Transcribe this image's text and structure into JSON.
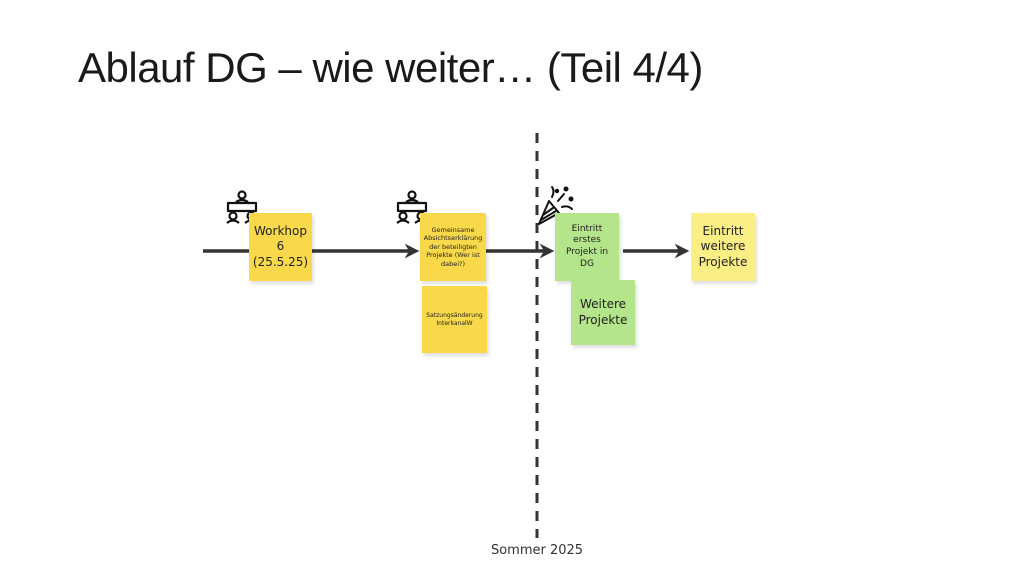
{
  "slide": {
    "title": "Ablauf DG – wie weiter… (Teil 4/4)"
  },
  "notes": {
    "workshop": "Workhop 6 (25.5.25)",
    "declaration": "Gemeinsame Absichtserklärung der beteiligten Projekte (Wer ist dabei?)",
    "statute": "Satzungsänderung InterkanalW",
    "first_project": "Eintritt erstes Projekt in DG",
    "more_projects": "Weitere Projekte",
    "further_entry": "Eintritt weitere Projekte"
  },
  "timeline": {
    "milestone_label": "Sommer 2025"
  },
  "icons": [
    "meeting-icon",
    "meeting-icon",
    "party-popper-icon"
  ],
  "colors": {
    "sticky_yellow": "#f9d94a",
    "sticky_light_yellow": "#fbee84",
    "sticky_green": "#b5e58a",
    "arrow": "#333333"
  }
}
